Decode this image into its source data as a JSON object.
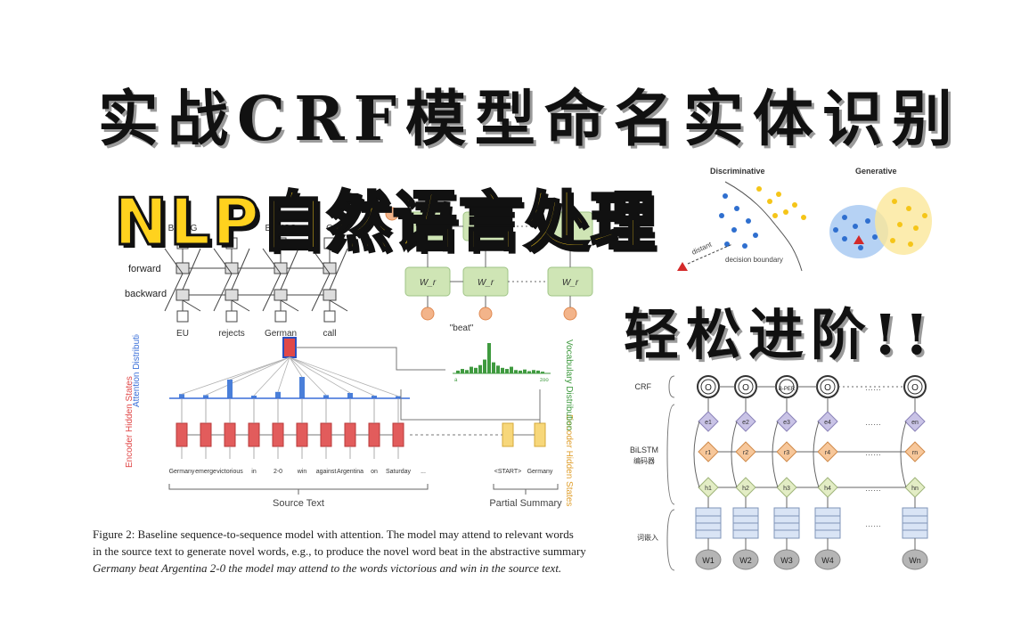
{
  "title_main": "实战CRF模型命名实体识别",
  "title_nlp": "NLP自然语言处理",
  "title_advance": "轻松进阶!!",
  "bilstm_fig": {
    "tags": [
      "B-ORG",
      "O",
      "B-MISC",
      "O"
    ],
    "forward_label": "forward",
    "backward_label": "backward",
    "words": [
      "EU",
      "rejects",
      "German",
      "call"
    ]
  },
  "rnn_fig": {
    "cell_labels": [
      "W_r",
      "W_r",
      "W_r"
    ],
    "output_label": "\"beat\""
  },
  "disc_gen_fig": {
    "discriminative_label": "Discriminative",
    "generative_label": "Generative",
    "distant_label": "distant",
    "boundary_label": "decision boundary",
    "colors": {
      "blue": "#2f6fcf",
      "yellow": "#f5c518",
      "red": "#d42a2a"
    }
  },
  "seq2seq_fig": {
    "attention_label": "Attention Distribution",
    "encoder_label": "Encoder Hidden States",
    "decoder_label": "Decoder Hidden States",
    "vocab_label": "Vocabulary Distribution",
    "source_words": [
      "Germany",
      "emerge",
      "victorious",
      "in",
      "2-0",
      "win",
      "against",
      "Argentina",
      "on",
      "Saturday",
      "..."
    ],
    "decoder_words": [
      "<START>",
      "Germany"
    ],
    "source_text_label": "Source Text",
    "partial_summary_label": "Partial Summary",
    "vocab_axis_left": "a",
    "vocab_axis_right": "zoo",
    "attention_values": [
      0.08,
      0.06,
      0.35,
      0.05,
      0.12,
      0.4,
      0.06,
      0.1,
      0.05,
      0.04
    ],
    "vocab_values": [
      0.05,
      0.08,
      0.06,
      0.12,
      0.1,
      0.15,
      0.25,
      0.55,
      0.2,
      0.14,
      0.1,
      0.08,
      0.12,
      0.06,
      0.05,
      0.07,
      0.04,
      0.06,
      0.05,
      0.03
    ]
  },
  "caption": {
    "lines": [
      "Figure 2: Baseline sequence-to-sequence model with attention. The model may attend to relevant words",
      "in the source text to generate novel words, e.g., to produce the novel word beat in the abstractive summary",
      "Germany beat Argentina 2-0 the model may attend to the words victorious and win in the source text."
    ]
  },
  "crf_fig": {
    "layer_crf": "CRF",
    "layer_bilstm": "BiLSTM",
    "layer_bilstm_sub": "编码器",
    "layer_embed": "词嵌入",
    "crf_node_labels": [
      "O",
      "O",
      "B-PER",
      "O",
      "O"
    ],
    "ellipsis": "……",
    "e_labels": [
      "e1",
      "e2",
      "e3",
      "e4",
      "en"
    ],
    "r_labels": [
      "r1",
      "r2",
      "r3",
      "r4",
      "rn"
    ],
    "h_labels": [
      "h1",
      "h2",
      "h3",
      "h4",
      "hn"
    ],
    "w_labels": [
      "W1",
      "W2",
      "W3",
      "W4",
      "Wn"
    ],
    "colors": {
      "e": "#c9c3e6",
      "r": "#f7c79a",
      "h": "#e3edc5",
      "w": "#b5b5b5"
    }
  }
}
